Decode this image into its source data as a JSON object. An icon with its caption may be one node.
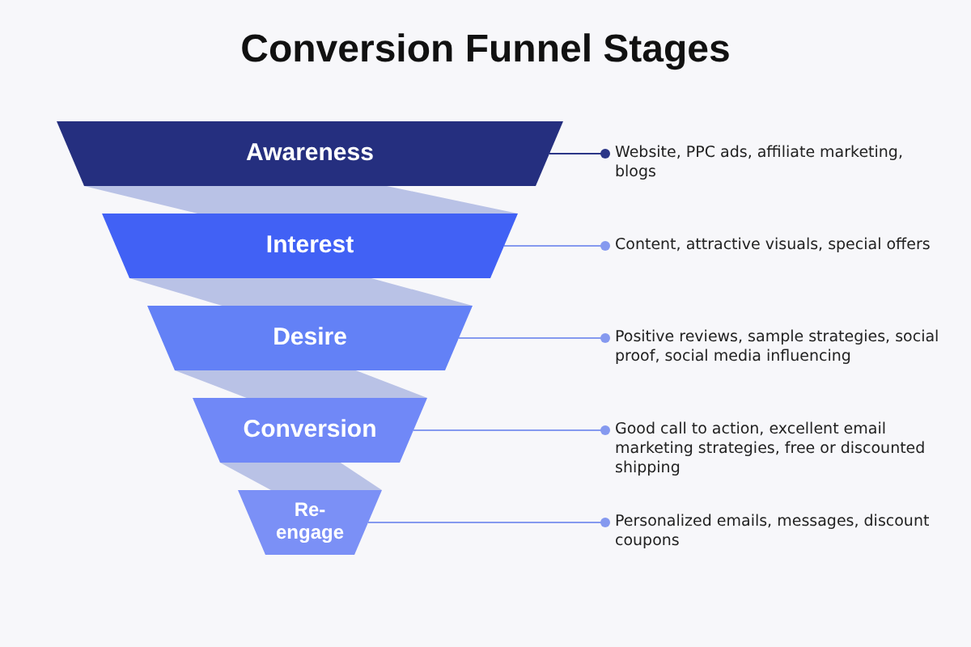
{
  "diagram": {
    "title": "Conversion Funnel Stages",
    "nodes": [
      {
        "text": [
          "Awareness"
        ]
      },
      {
        "text": [
          "Website, PPC ads, affiliate marketing, blogs"
        ]
      },
      {
        "text": [
          "Interest"
        ]
      },
      {
        "text": [
          "Content, attractive visuals, special offers"
        ]
      },
      {
        "text": [
          "Desire"
        ]
      },
      {
        "text": [
          "Positive reviews, sample strategies, social proof, social media influencing"
        ]
      },
      {
        "text": [
          "Conversion"
        ]
      },
      {
        "text": [
          "Good call to action, excellent email marketing strategies, free or discounted shipping"
        ]
      },
      {
        "text": [
          "Re-engage"
        ]
      },
      {
        "text": [
          "Personalized emails, messages, discount coupons"
        ]
      }
    ],
    "edges": [
      {
        "from": 0,
        "to": 1,
        "arrow": "other",
        "color": "#2b3687"
      },
      {
        "from": 2,
        "to": 3,
        "arrow": "other"
      },
      {
        "from": 4,
        "to": 5,
        "arrow": "other"
      },
      {
        "from": 6,
        "to": 7,
        "arrow": "other"
      },
      {
        "from": 8,
        "to": 9,
        "arrow": "other"
      }
    ]
  }
}
